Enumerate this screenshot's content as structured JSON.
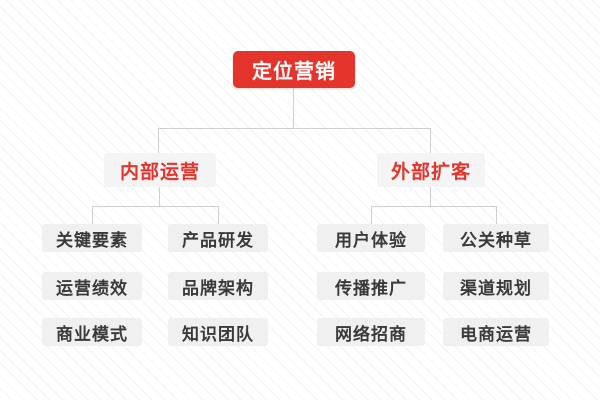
{
  "colors": {
    "accent_red": "#e5342b",
    "root_text": "#ffffff",
    "branch_bg": "#f4f4f4",
    "leaf_bg": "#f0f0f0",
    "leaf_text": "#3a3a3a",
    "connector_line": "#cfcfcf",
    "background_stripe": "#f3f3f5"
  },
  "tree": {
    "root": {
      "label": "定位营销"
    },
    "branches": [
      {
        "label": "内部运营",
        "leaves": [
          "关键要素",
          "产品研发",
          "运营绩效",
          "品牌架构",
          "商业模式",
          "知识团队"
        ]
      },
      {
        "label": "外部扩客",
        "leaves": [
          "用户体验",
          "公关种草",
          "传播推广",
          "渠道规划",
          "网络招商",
          "电商运营"
        ]
      }
    ]
  }
}
